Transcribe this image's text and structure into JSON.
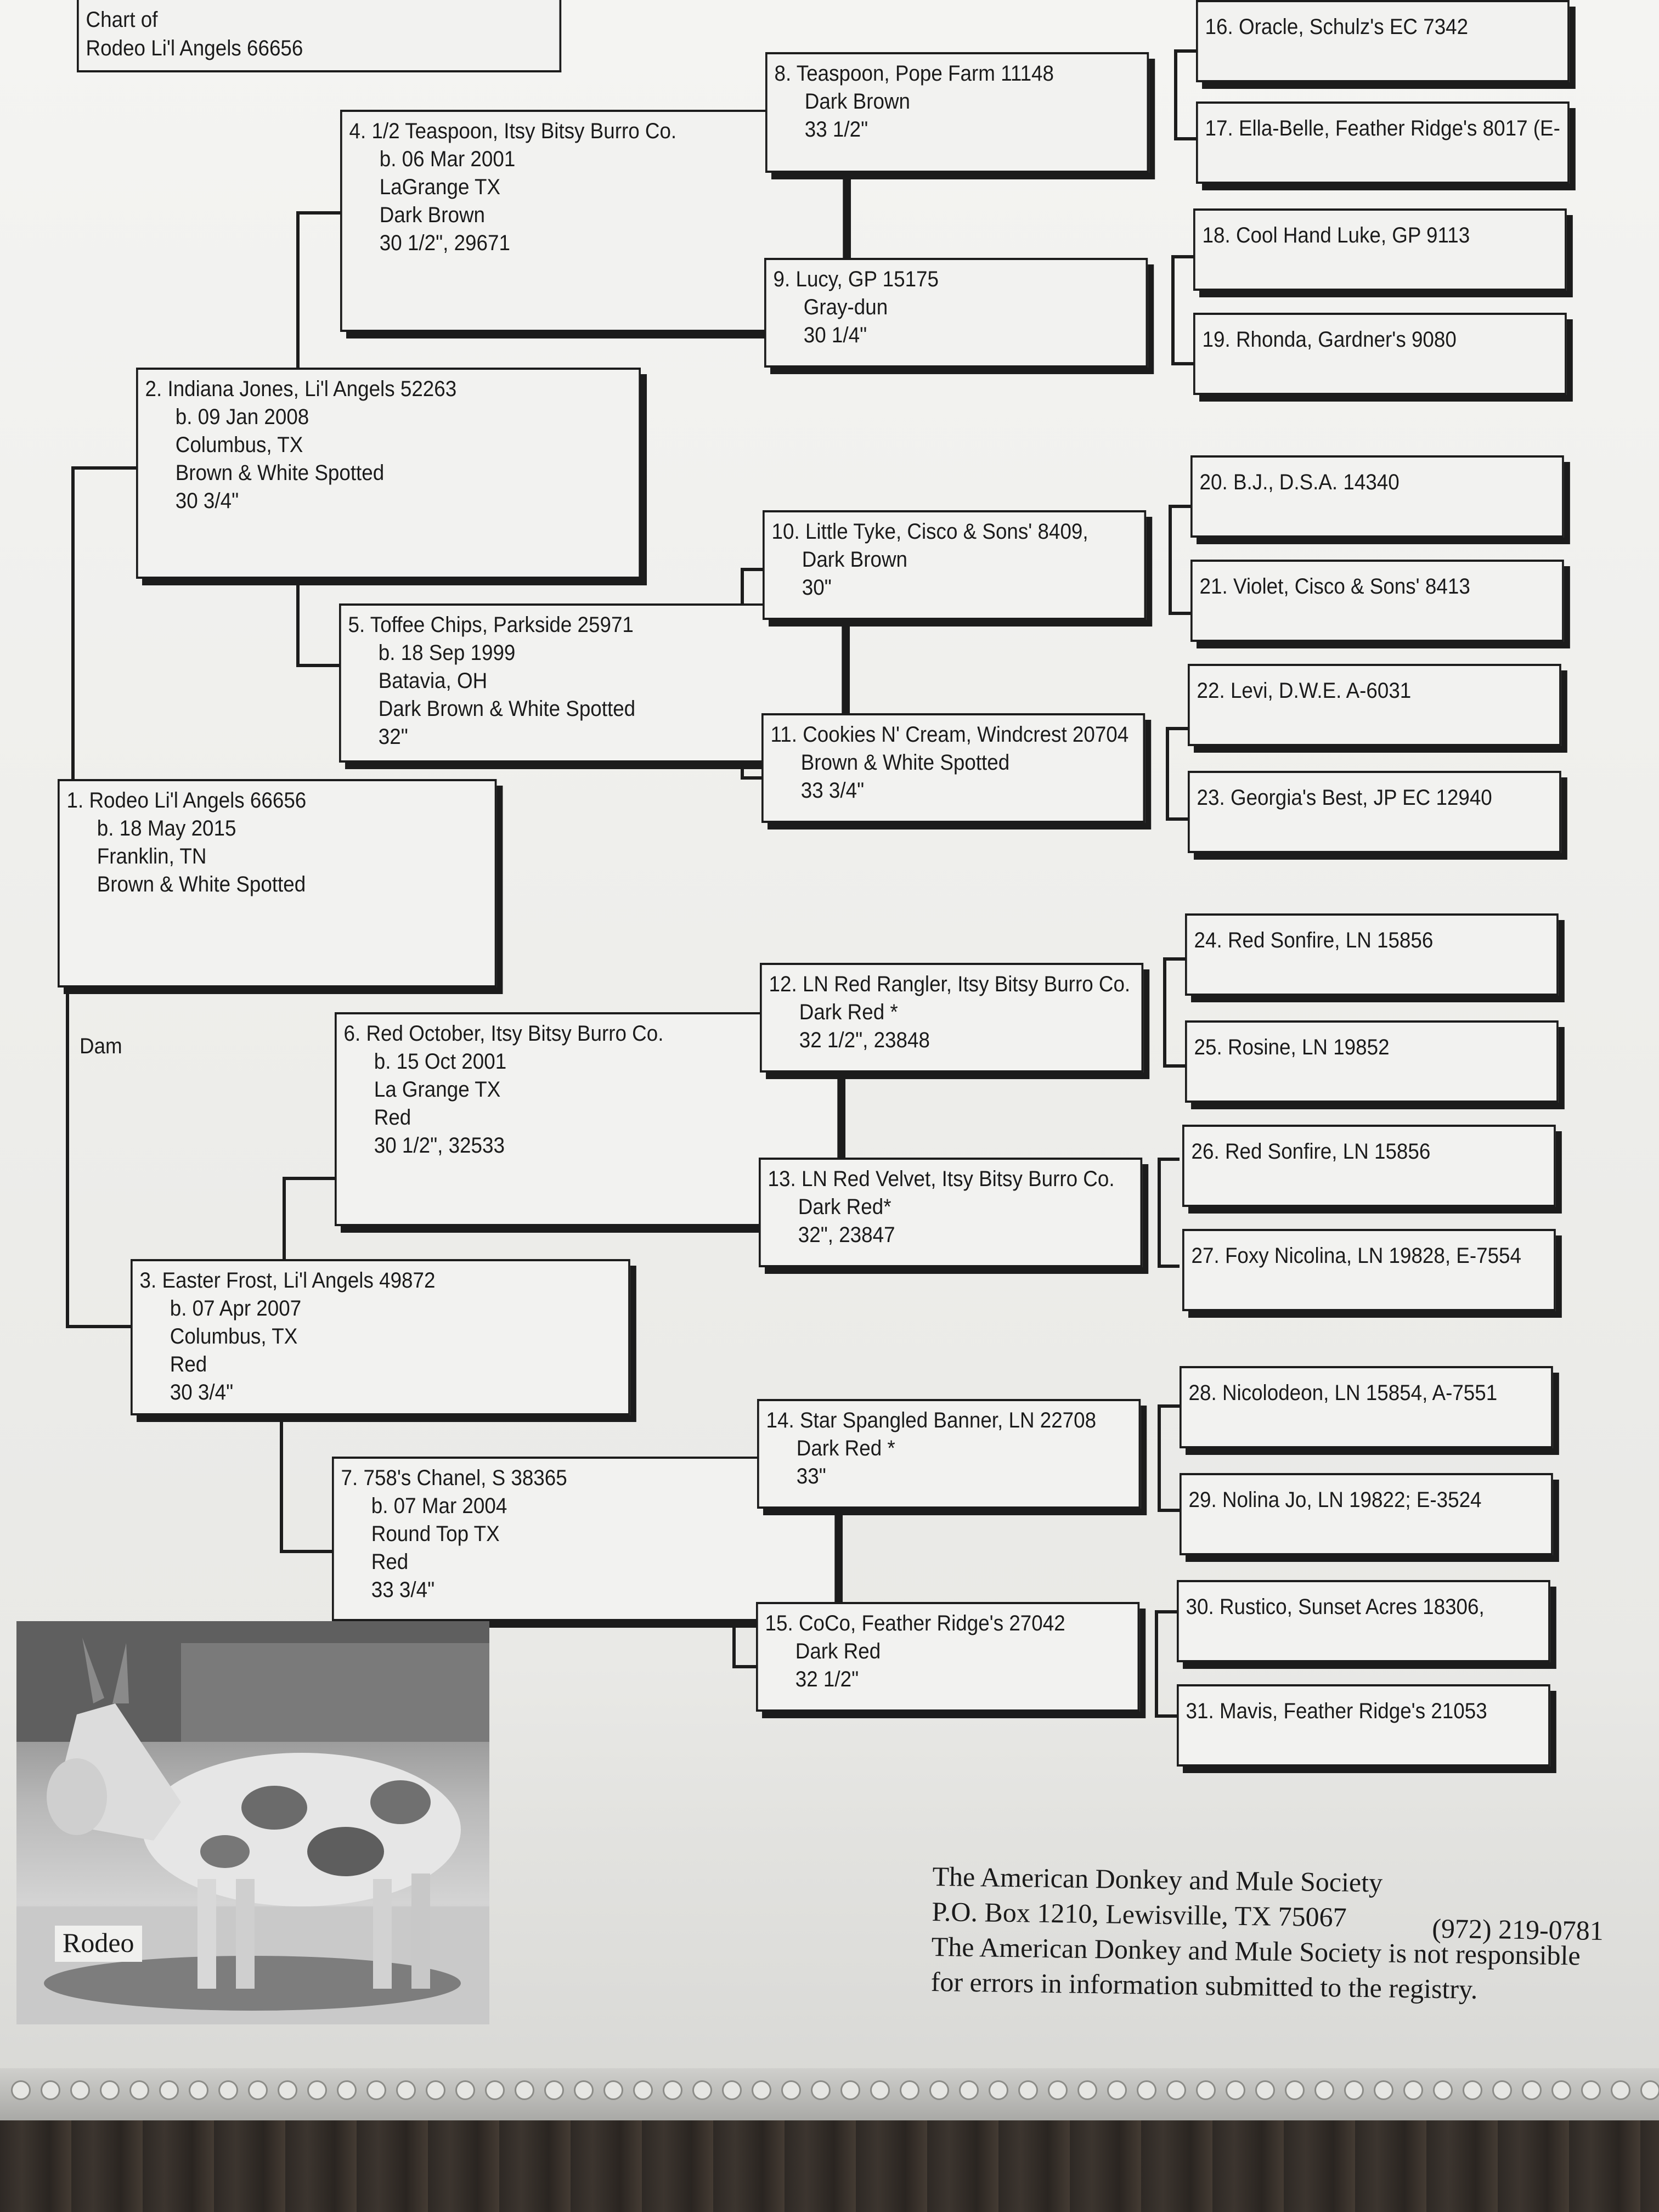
{
  "header": {
    "line1": "Chart of",
    "line2": "Rodeo Li'l Angels 66656"
  },
  "dam_label": "Dam",
  "gen1": {
    "b1": {
      "title": "1. Rodeo Li'l Angels 66656",
      "l2": "b. 18 May 2015",
      "l3": "Franklin, TN",
      "l4": "Brown & White Spotted"
    }
  },
  "gen2": {
    "b2": {
      "title": "2. Indiana Jones, Li'l Angels 52263",
      "l2": "b. 09 Jan 2008",
      "l3": "Columbus, TX",
      "l4": "Brown & White Spotted",
      "l5": "30 3/4\""
    },
    "b3": {
      "title": "3. Easter Frost, Li'l Angels 49872",
      "l2": "b. 07 Apr 2007",
      "l3": "Columbus, TX",
      "l4": "Red",
      "l5": "30 3/4\""
    }
  },
  "gen3": {
    "b4": {
      "title": "4. 1/2 Teaspoon, Itsy Bitsy Burro Co.",
      "l2": "b. 06 Mar 2001",
      "l3": "LaGrange TX",
      "l4": "Dark Brown",
      "l5": "30 1/2\",  29671"
    },
    "b5": {
      "title": "5. Toffee Chips, Parkside 25971",
      "l2": "b. 18 Sep 1999",
      "l3": "Batavia, OH",
      "l4": "Dark Brown & White Spotted",
      "l5": "32\""
    },
    "b6": {
      "title": "6. Red October, Itsy Bitsy Burro Co.",
      "l2": "b. 15 Oct 2001",
      "l3": "La Grange TX",
      "l4": "Red",
      "l5": "30 1/2\", 32533"
    },
    "b7": {
      "title": "7. 758's Chanel, S 38365",
      "l2": "b. 07 Mar 2004",
      "l3": "Round Top TX",
      "l4": "Red",
      "l5": "33 3/4\""
    }
  },
  "gen4": {
    "b8": {
      "title": "8. Teaspoon, Pope Farm 11148",
      "l2": "Dark Brown",
      "l3": "33 1/2\""
    },
    "b9": {
      "title": "9. Lucy, GP 15175",
      "l2": "Gray-dun",
      "l3": "30 1/4\""
    },
    "b10": {
      "title": "10. Little Tyke, Cisco & Sons' 8409,",
      "l2": "Dark Brown",
      "l3": "30\""
    },
    "b11": {
      "title": "11. Cookies N' Cream, Windcrest 20704",
      "l2": "Brown & White Spotted",
      "l3": "33 3/4\""
    },
    "b12": {
      "title": "12. LN Red Rangler, Itsy Bitsy Burro Co.",
      "l2": "Dark Red *",
      "l3": "32 1/2\", 23848"
    },
    "b13": {
      "title": "13. LN Red Velvet, Itsy Bitsy Burro Co.",
      "l2": "Dark Red*",
      "l3": "32\", 23847"
    },
    "b14": {
      "title": "14. Star Spangled Banner, LN 22708",
      "l2": "Dark Red *",
      "l3": "33\""
    },
    "b15": {
      "title": "15. CoCo, Feather Ridge's 27042",
      "l2": "Dark Red",
      "l3": "32 1/2\""
    }
  },
  "gen5": [
    "16. Oracle, Schulz's EC 7342",
    "17. Ella-Belle, Feather Ridge's 8017 (E-",
    "18. Cool Hand Luke, GP 9113",
    "19. Rhonda, Gardner's 9080",
    "20. B.J., D.S.A. 14340",
    "21. Violet, Cisco & Sons' 8413",
    "22. Levi, D.W.E. A-6031",
    "23. Georgia's Best, JP EC 12940",
    "24. Red Sonfire, LN 15856",
    "25. Rosine, LN 19852",
    "26. Red Sonfire, LN 15856",
    "27. Foxy Nicolina, LN 19828, E-7554",
    "28. Nicolodeon, LN 15854, A-7551",
    "29. Nolina Jo, LN 19822; E-3524",
    "30. Rustico, Sunset Acres 18306,",
    "31. Mavis, Feather Ridge's 21053"
  ],
  "photo": {
    "label": "Rodeo"
  },
  "footer": {
    "l1": "The American Donkey and Mule Society",
    "l2": "P.O. Box 1210, Lewisville, TX 75067",
    "phone": "(972) 219-0781",
    "l3": "The American Donkey and Mule Society is not responsible",
    "l4": "for errors in information submitted to the registry."
  }
}
